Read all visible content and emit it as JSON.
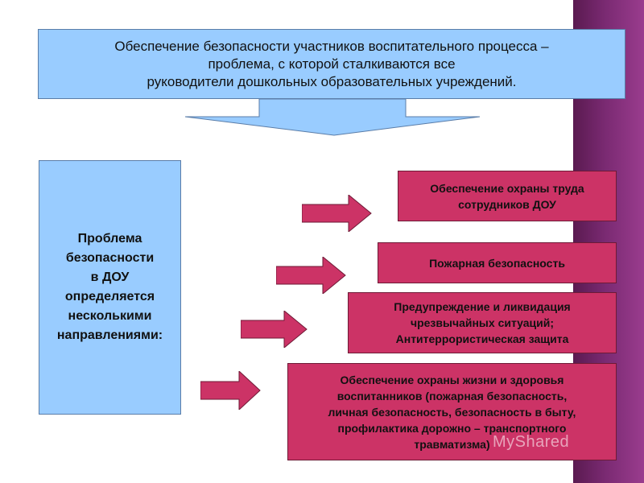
{
  "top_box": {
    "lines": [
      "Обеспечение безопасности участников воспитательного процесса –",
      "проблема, с которой сталкиваются все",
      "руководители дошкольных образовательных учреждений."
    ]
  },
  "left_box": {
    "lines": [
      "Проблема",
      "безопасности",
      "в ДОУ",
      "определяется",
      "несколькими",
      "направлениями:"
    ]
  },
  "directions": [
    {
      "lines": [
        "Обеспечение охраны труда",
        "сотрудников ДОУ"
      ]
    },
    {
      "lines": [
        "Пожарная безопасность"
      ]
    },
    {
      "lines": [
        "Предупреждение и ликвидация",
        "чрезвычайных ситуаций;",
        "Антитеррористическая защита"
      ]
    },
    {
      "lines": [
        "Обеспечение охраны жизни и здоровья",
        "воспитанников (пожарная безопасность,",
        "личная безопасность, безопасность в быту,",
        "профилактика дорожно – транспортного",
        "травматизма)"
      ]
    }
  ],
  "watermark": "MyShared",
  "colors": {
    "blue_box": "#99ccff",
    "direction_box": "#cc3366",
    "side_band": "#7a2a72",
    "right_arrow": "#cc3366"
  }
}
